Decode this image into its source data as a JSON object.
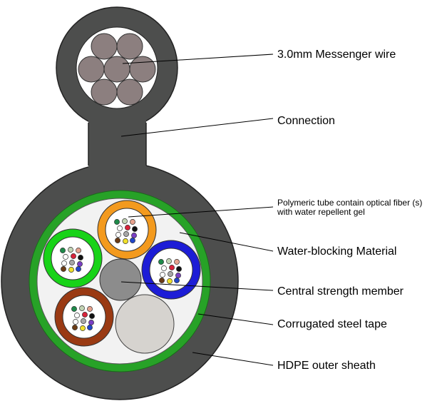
{
  "labels": {
    "messenger_wire": "3.0mm Messenger wire",
    "connection": "Connection",
    "tube_line1": "Polymeric tube contain optical fiber (s)",
    "tube_line2": "with water repellent gel",
    "water_blocking": "Water-blocking Material",
    "central_member": "Central strength member",
    "steel_tape": "Corrugated steel tape",
    "outer_sheath": "HDPE outer sheath"
  },
  "colors": {
    "sheath": "#4d4e4d",
    "messenger_strand": "#8c7f7f",
    "steel_tape": "#27a227",
    "filler": "#f2f2f2",
    "central_member": "#8c8c8c",
    "dummy_rod": "#d6d3cf",
    "tube_orange": "#f39a1e",
    "tube_green": "#18d318",
    "tube_blue": "#1d1dd6",
    "tube_brown": "#9a3a13"
  },
  "tubes": [
    {
      "name": "orange",
      "color": "#f39a1e"
    },
    {
      "name": "green",
      "color": "#18d318"
    },
    {
      "name": "blue",
      "color": "#1d1dd6"
    },
    {
      "name": "brown",
      "color": "#9a3a13"
    }
  ],
  "fiber_colors": [
    "#1e8a4a",
    "#c3d4b4",
    "#e7a28e",
    "#ffffff",
    "#d9233b",
    "#111111",
    "#ffffff",
    "#a7a7a7",
    "#7a3fc4",
    "#6b3b15",
    "#f0e02a",
    "#2046c9"
  ]
}
